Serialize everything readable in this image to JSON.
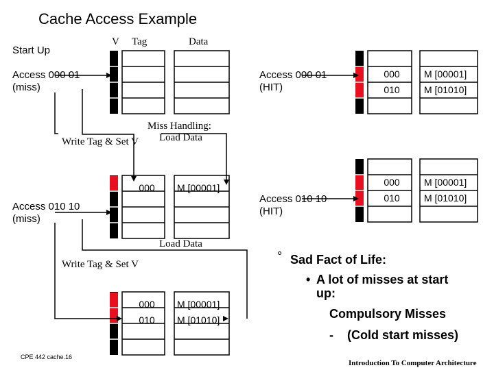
{
  "title": "Cache Access Example",
  "labels": {
    "start_up": "Start Up",
    "col_v": "V",
    "col_tag": "Tag",
    "col_data": "Data",
    "access1": "Access 000 01\n(miss)",
    "access2": "Access 010 10\n(miss)",
    "access3": "Access 000 01\n(HIT)",
    "access4": "Access 010 10\n(HIT)",
    "miss_handling": "Miss Handling:",
    "write_tag_1": "Write Tag & Set V",
    "load_data_1": "Load Data",
    "load_data_2": "Load Data",
    "write_tag_2": "Write Tag & Set V"
  },
  "tables": {
    "t2": {
      "tags": [
        "000"
      ],
      "data": [
        "M [00001]"
      ]
    },
    "t3": {
      "tags": [
        "000",
        "010"
      ],
      "data": [
        "M [00001]",
        "M [01010]"
      ]
    },
    "t4": {
      "tags": [
        "000",
        "010"
      ],
      "data": [
        "M [00001]",
        "M [01010]"
      ]
    },
    "t5": {
      "tags": [
        "000",
        "010"
      ],
      "data": [
        "M [00001]",
        "M [01010]"
      ]
    }
  },
  "notes": {
    "heading": "Sad Fact of Life:",
    "bullet1_line1": "A lot of misses at start",
    "bullet1_line2": "up:",
    "line3": "Compulsory Misses",
    "line4": "(Cold start misses)",
    "dash": "-",
    "degree": "°",
    "bullet": "•"
  },
  "footer": {
    "left": "CPE 442  cache.16",
    "right": "Introduction To Computer Architecture"
  },
  "colors": {
    "valid": "#e8101e",
    "line": "#000000"
  }
}
